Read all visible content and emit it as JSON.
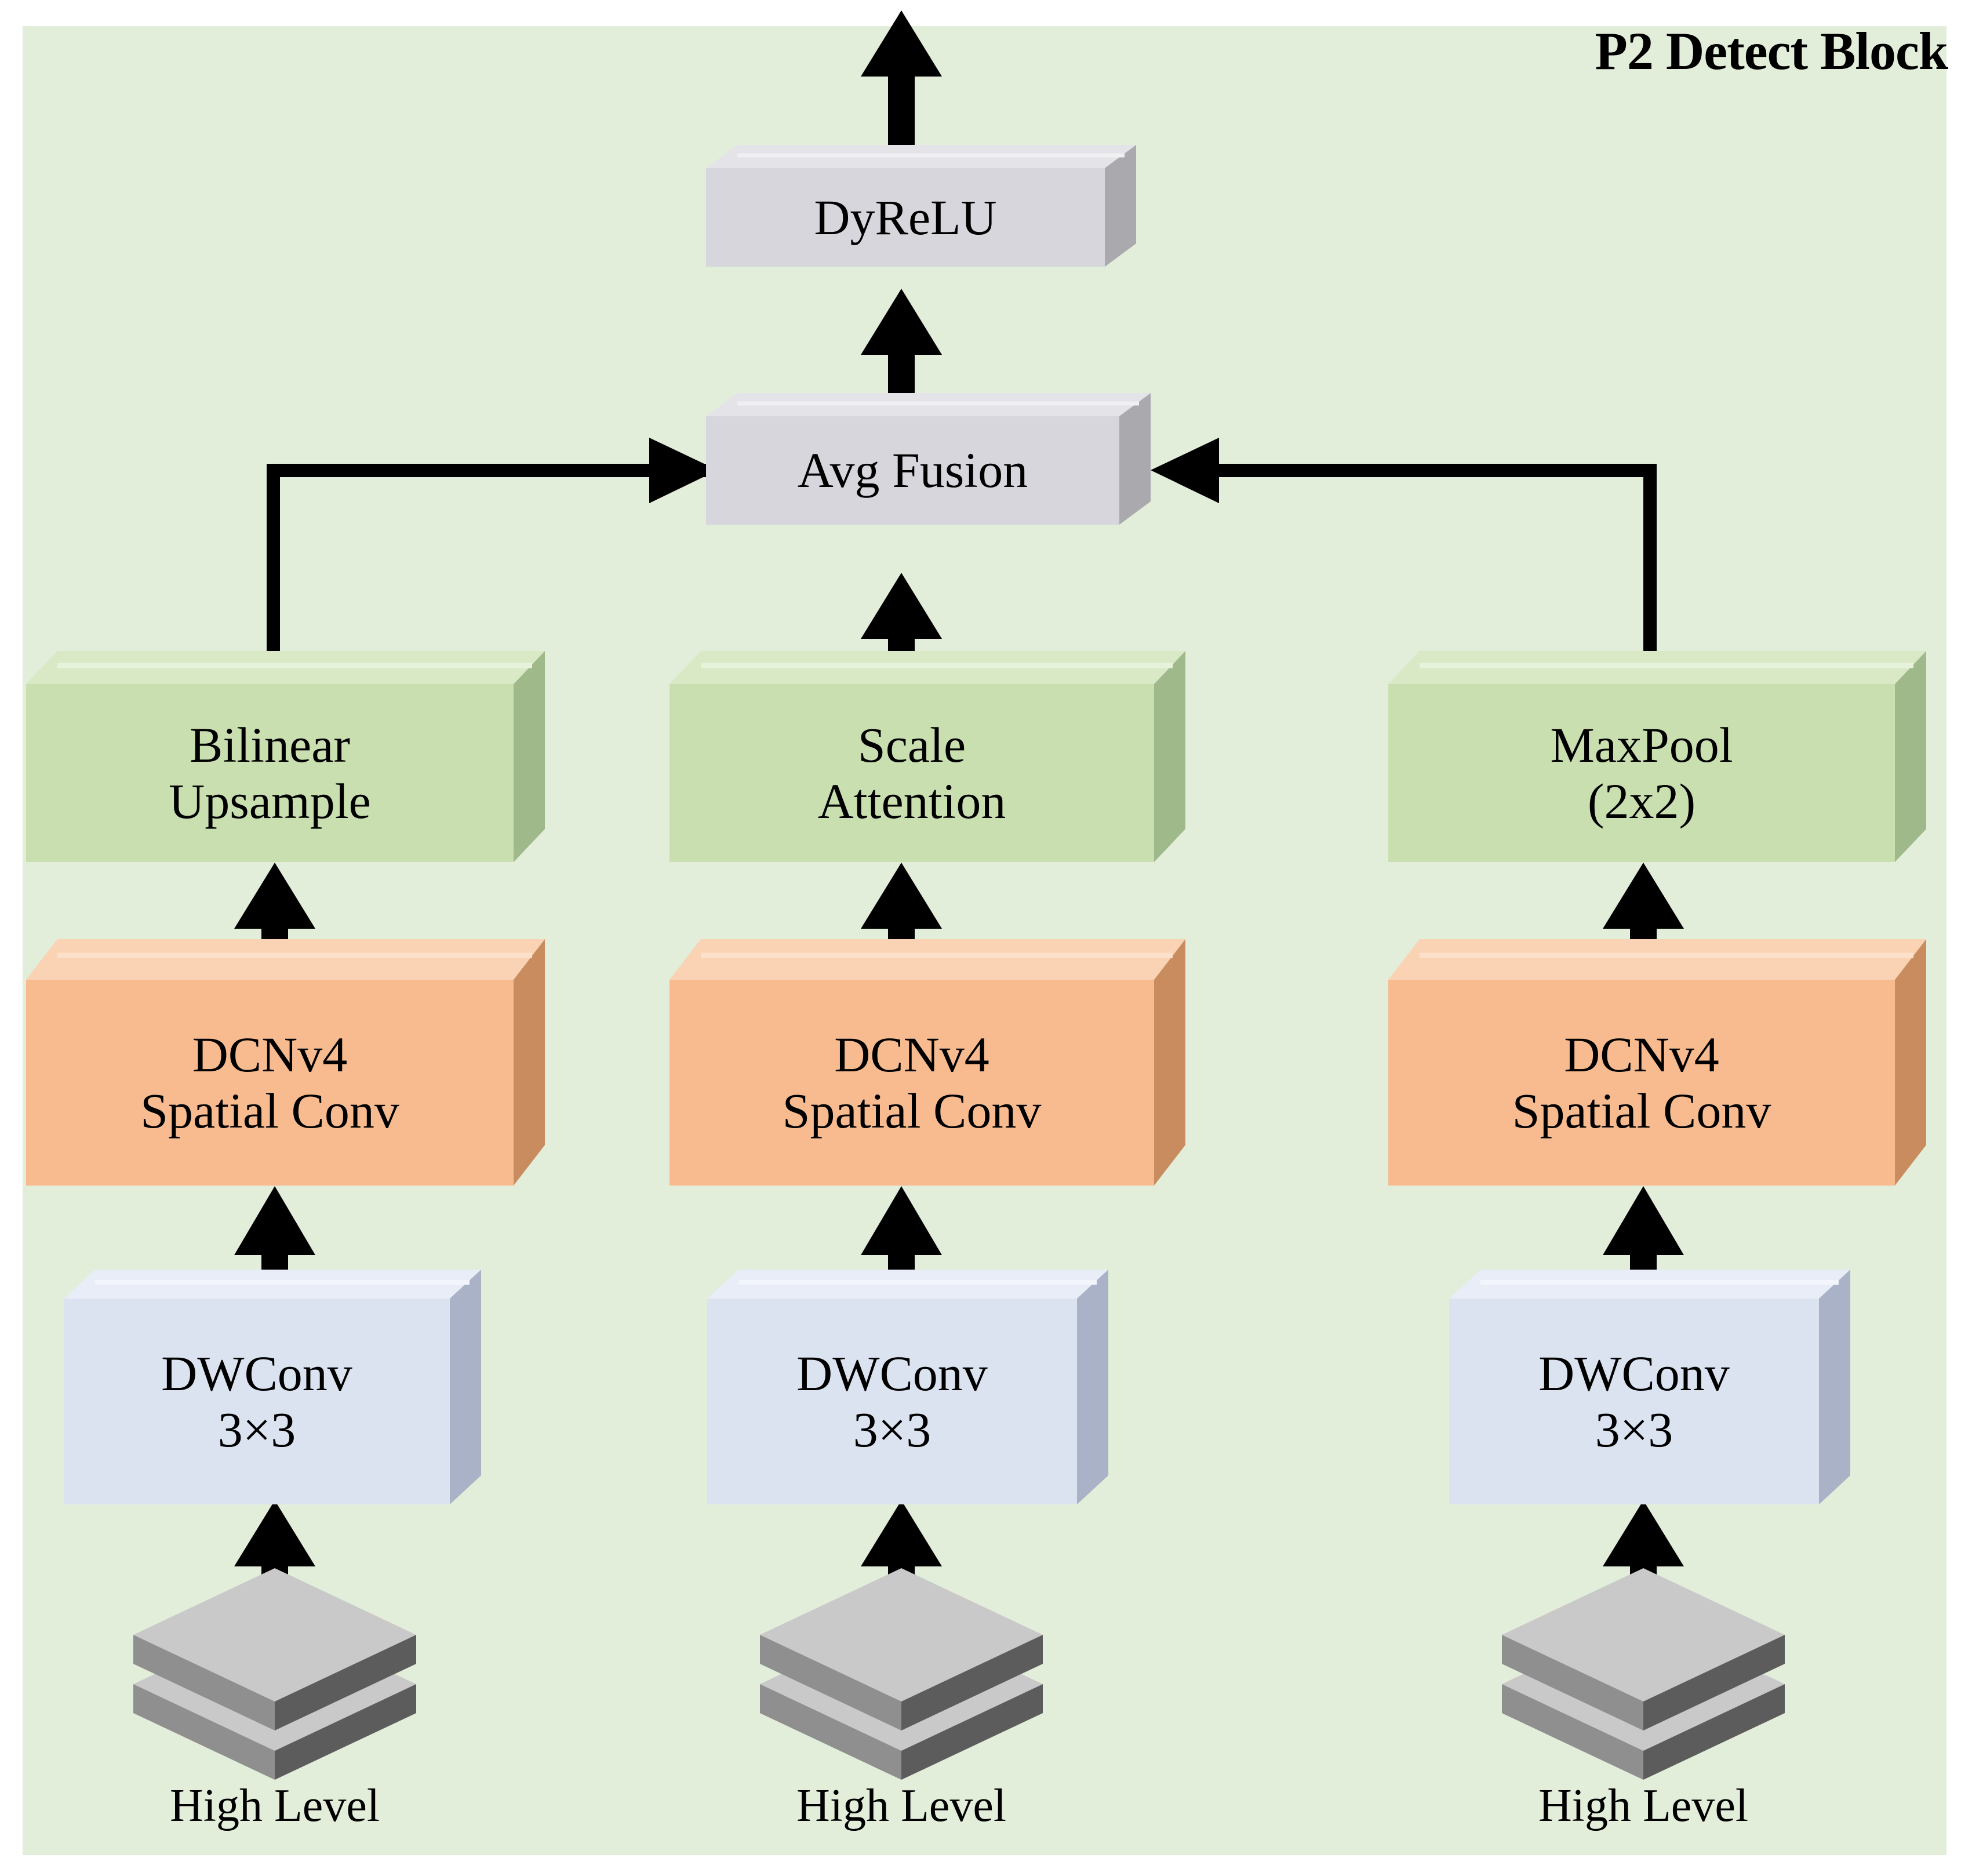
{
  "diagram": {
    "title": "P2 Detect Block",
    "panel_color": "#e2edda",
    "colors": {
      "gray_block": "#d6d6dc",
      "gray_block_top": "#e4e4e8",
      "gray_block_side": "#a9a9ae",
      "green_block": "#c9dfb0",
      "green_block_top": "#d9e9c6",
      "green_block_side": "#9fb98a",
      "orange_block": "#f7bb8f",
      "orange_block_top": "#fad2b4",
      "orange_block_side": "#c98c5f",
      "blue_block": "#dbe3f1",
      "blue_block_top": "#e8edf7",
      "blue_block_side": "#a9b2c6",
      "tensor_top": "#c9c9c9",
      "tensor_side_right": "#5c5c5c",
      "tensor_side_left": "#8f8f8f",
      "arrow": "#000000"
    },
    "nodes": {
      "dyrelu": {
        "label": "DyReLU",
        "type": "gray-block"
      },
      "avg_fusion": {
        "label": "Avg Fusion",
        "type": "gray-block"
      },
      "bilinear_upsample": {
        "line1": "Bilinear",
        "line2": "Upsample",
        "type": "green-block"
      },
      "scale_attention": {
        "line1": "Scale",
        "line2": "Attention",
        "type": "green-block"
      },
      "maxpool": {
        "line1": "MaxPool",
        "line2": "(2x2)",
        "type": "green-block"
      },
      "dcnv4_left": {
        "line1": "DCNv4",
        "line2": "Spatial Conv",
        "type": "orange-block"
      },
      "dcnv4_mid": {
        "line1": "DCNv4",
        "line2": "Spatial Conv",
        "type": "orange-block"
      },
      "dcnv4_right": {
        "line1": "DCNv4",
        "line2": "Spatial Conv",
        "type": "orange-block"
      },
      "dwconv_left": {
        "line1": "DWConv",
        "line2": "3×3",
        "type": "blue-block"
      },
      "dwconv_mid": {
        "line1": "DWConv",
        "line2": "3×3",
        "type": "blue-block"
      },
      "dwconv_right": {
        "line1": "DWConv",
        "line2": "3×3",
        "type": "blue-block"
      },
      "input_left": {
        "caption": "High Level",
        "type": "tensor-stack"
      },
      "input_mid": {
        "caption": "High Level",
        "type": "tensor-stack"
      },
      "input_right": {
        "caption": "High Level",
        "type": "tensor-stack"
      }
    },
    "edges": [
      {
        "from": "input_left",
        "to": "dwconv_left",
        "kind": "arrow-up"
      },
      {
        "from": "input_mid",
        "to": "dwconv_mid",
        "kind": "arrow-up"
      },
      {
        "from": "input_right",
        "to": "dwconv_right",
        "kind": "arrow-up"
      },
      {
        "from": "dwconv_left",
        "to": "dcnv4_left",
        "kind": "arrow-up"
      },
      {
        "from": "dwconv_mid",
        "to": "dcnv4_mid",
        "kind": "arrow-up"
      },
      {
        "from": "dwconv_right",
        "to": "dcnv4_right",
        "kind": "arrow-up"
      },
      {
        "from": "dcnv4_left",
        "to": "bilinear_upsample",
        "kind": "arrow-up"
      },
      {
        "from": "dcnv4_mid",
        "to": "scale_attention",
        "kind": "arrow-up"
      },
      {
        "from": "dcnv4_right",
        "to": "maxpool",
        "kind": "arrow-up"
      },
      {
        "from": "bilinear_upsample",
        "to": "avg_fusion",
        "kind": "elbow-up-right"
      },
      {
        "from": "scale_attention",
        "to": "avg_fusion",
        "kind": "arrow-up"
      },
      {
        "from": "maxpool",
        "to": "avg_fusion",
        "kind": "elbow-up-left"
      },
      {
        "from": "avg_fusion",
        "to": "dyrelu",
        "kind": "arrow-up"
      },
      {
        "from": "dyrelu",
        "to": "output",
        "kind": "arrow-up-out"
      }
    ]
  }
}
